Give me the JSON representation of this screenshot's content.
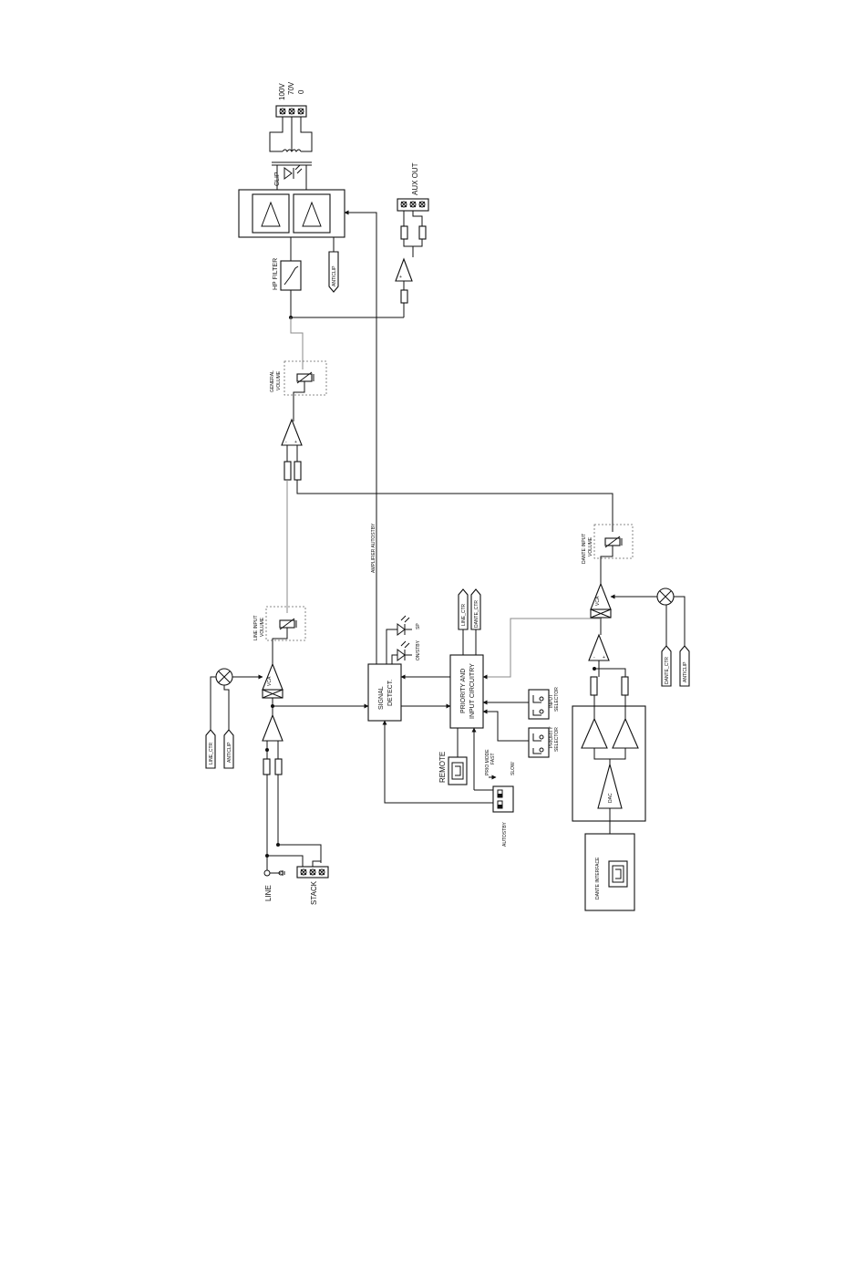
{
  "labels": {
    "out_100v": "100V",
    "out_70v": "70V",
    "out_0": "0",
    "clip": "CLIP",
    "aux_out": "AUX OUT",
    "hp_filter": "HP FILTER",
    "anticlip_top": "ANTICLIP",
    "general_volume_1": "GENERAL",
    "general_volume_2": "VOLUME",
    "amplifier_autostby": "AMPLIFIER AUTOSTBY",
    "line_input_volume_1": "LINE INPUT",
    "line_input_volume_2": "VOLUME",
    "dante_input_volume_1": "DANTE INPUT",
    "dante_input_volume_2": "VOLUME",
    "sp": "SP",
    "on_stby": "ON/STBY",
    "line_ctr_mid": "LINE_CTR",
    "dante_ctr_mid": "DANTE_CTR",
    "signal_detect_1": "SIGNAL",
    "signal_detect_2": "DETECT.",
    "priority_1": "PRIORITY AND",
    "priority_2": "INPUT CIRCUITRY",
    "input_selector_1": "INPUT",
    "input_selector_2": "SELECTOR",
    "priority_selector_1": "PRIORITY",
    "priority_selector_2": "SELECTOR",
    "remote": "REMOTE",
    "prio_mode": "PRIO MODE",
    "fast": "FAST",
    "slow": "SLOW",
    "autostby": "AUTOSTBY",
    "line_ctr_left": "LINE_CTR",
    "anticlip_left": "ANTICLIP",
    "line": "LINE",
    "stack": "STACK",
    "vca": "VCA",
    "dac": "DAC",
    "dante_interface": "DANTE INTERFACE",
    "dante_ctr_right": "DANTE_CTR",
    "anticlip_right": "ANTICLIP",
    "plus": "+",
    "minus": "-"
  }
}
